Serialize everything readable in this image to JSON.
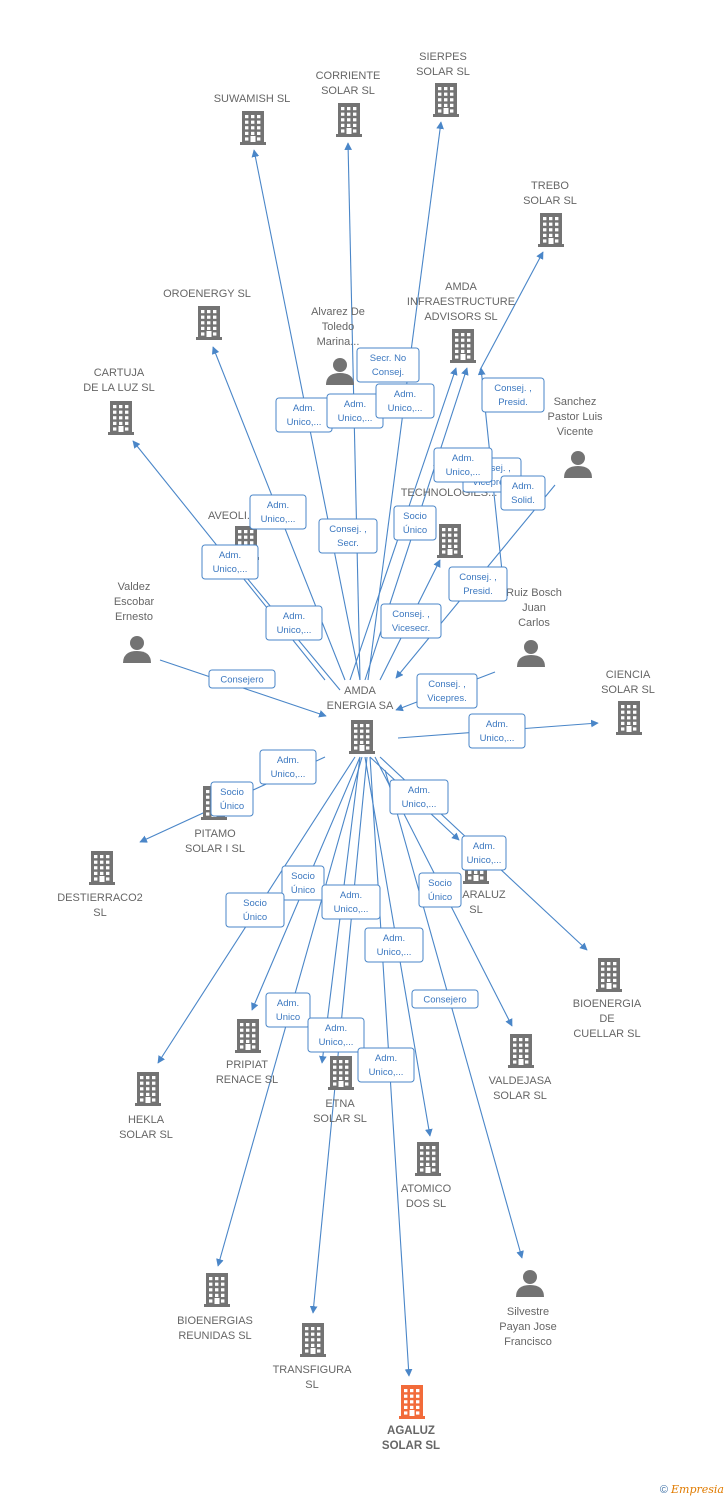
{
  "colors": {
    "edge": "#4a86c8",
    "node": "#737373",
    "focus": "#f26b3a",
    "label": "#666666",
    "box_text": "#3c78c0"
  },
  "footer": {
    "copyright": "©",
    "brand": "Empresia"
  },
  "nodes": [
    {
      "id": "suwamish",
      "type": "company",
      "label": [
        "SUWAMISH  SL"
      ]
    },
    {
      "id": "corriente",
      "type": "company",
      "label": [
        "CORRIENTE",
        "SOLAR  SL"
      ]
    },
    {
      "id": "sierpes",
      "type": "company",
      "label": [
        "SIERPES",
        "SOLAR  SL"
      ]
    },
    {
      "id": "trebo",
      "type": "company",
      "label": [
        "TREBO",
        "SOLAR  SL"
      ]
    },
    {
      "id": "oroenergy",
      "type": "company",
      "label": [
        "OROENERGY SL"
      ]
    },
    {
      "id": "alvarez",
      "type": "person",
      "label": [
        "Alvarez De",
        "Toledo",
        "Marina..."
      ]
    },
    {
      "id": "amdainfra",
      "type": "company",
      "label": [
        "AMDA",
        "INFRAESTRUCTURE",
        "ADVISORS  SL"
      ]
    },
    {
      "id": "cartuja",
      "type": "company",
      "label": [
        "CARTUJA",
        "DE LA LUZ  SL"
      ]
    },
    {
      "id": "sanchez",
      "type": "person",
      "label": [
        "Sanchez",
        "Pastor Luis",
        "Vicente"
      ]
    },
    {
      "id": "amdanew",
      "type": "company",
      "label": [
        "AMDA",
        "NEW",
        "TECHNOLOGIES..."
      ]
    },
    {
      "id": "aveoli",
      "type": "company",
      "label": [
        "AVEOLI..."
      ]
    },
    {
      "id": "ruiz",
      "type": "person",
      "label": [
        "Ruiz Bosch",
        "Juan",
        "Carlos"
      ]
    },
    {
      "id": "valdez",
      "type": "person",
      "label": [
        "Valdez",
        "Escobar",
        "Ernesto"
      ]
    },
    {
      "id": "ciencia",
      "type": "company",
      "label": [
        "CIENCIA",
        "SOLAR  SL"
      ]
    },
    {
      "id": "amdaenergia",
      "type": "company",
      "label": [
        "AMDA",
        "ENERGIA SA"
      ]
    },
    {
      "id": "pitamo",
      "type": "company",
      "label": [
        "PITAMO",
        "SOLAR I  SL"
      ]
    },
    {
      "id": "destierraco",
      "type": "company",
      "label": [
        "DESTIERRACO2",
        "SL"
      ]
    },
    {
      "id": "agaraluz",
      "type": "company",
      "label": [
        "AGARALUZ",
        "SL"
      ]
    },
    {
      "id": "bioenergiacuellar",
      "type": "company",
      "label": [
        "BIOENERGIA",
        "DE",
        "CUELLAR SL"
      ]
    },
    {
      "id": "pripiat",
      "type": "company",
      "label": [
        "PRIPIAT",
        "RENACE  SL"
      ]
    },
    {
      "id": "valdejasa",
      "type": "company",
      "label": [
        "VALDEJASA",
        "SOLAR  SL"
      ]
    },
    {
      "id": "hekla",
      "type": "company",
      "label": [
        "HEKLA",
        "SOLAR  SL"
      ]
    },
    {
      "id": "etna",
      "type": "company",
      "label": [
        "ETNA",
        "SOLAR  SL"
      ]
    },
    {
      "id": "atomico",
      "type": "company",
      "label": [
        "ATOMICO",
        "DOS  SL"
      ]
    },
    {
      "id": "bioenergiasreunidas",
      "type": "company",
      "label": [
        "BIOENERGIAS",
        "REUNIDAS SL"
      ]
    },
    {
      "id": "silvestre",
      "type": "person",
      "label": [
        "Silvestre",
        "Payan Jose",
        "Francisco"
      ]
    },
    {
      "id": "transfigura",
      "type": "company",
      "label": [
        "TRANSFIGURA",
        "SL"
      ]
    },
    {
      "id": "agaluz",
      "type": "company",
      "focus": true,
      "label": [
        "AGALUZ",
        "SOLAR  SL"
      ]
    }
  ],
  "edge_labels": [
    [
      "Adm.",
      "Unico,..."
    ],
    [
      "Adm.",
      "Unico,..."
    ],
    [
      "Adm.",
      "Unico,..."
    ],
    [
      "Secr.  No",
      "Consej."
    ],
    [
      "Consej. ,",
      "Presid."
    ],
    [
      "Consej. ,",
      "Vicepres."
    ],
    [
      "Adm.",
      "Solid."
    ],
    [
      "Adm.",
      "Unico,..."
    ],
    [
      "Adm.",
      "Unico,..."
    ],
    [
      "Adm.",
      "Unico,..."
    ],
    [
      "Consej. ,",
      "Secr."
    ],
    [
      "Socio",
      "Único"
    ],
    [
      "Consej. ,",
      "Presid."
    ],
    [
      "Adm.",
      "Unico,..."
    ],
    [
      "Consej. ,",
      "Vicesecr."
    ],
    [
      "Consejero"
    ],
    [
      "Consej. ,",
      "Vicepres."
    ],
    [
      "Adm.",
      "Unico,..."
    ],
    [
      "Adm.",
      "Unico,..."
    ],
    [
      "Socio",
      "Único"
    ],
    [
      "Adm.",
      "Unico,..."
    ],
    [
      "Socio",
      "Único"
    ],
    [
      "Socio",
      "Único"
    ],
    [
      "Adm.",
      "Unico,..."
    ],
    [
      "Socio",
      "Único"
    ],
    [
      "Adm.",
      "Unico,..."
    ],
    [
      "Adm.",
      "Unico,..."
    ],
    [
      "Consejero"
    ],
    [
      "Adm.",
      "Unico"
    ],
    [
      "Adm.",
      "Unico,..."
    ],
    [
      "Adm.",
      "Unico,..."
    ]
  ]
}
